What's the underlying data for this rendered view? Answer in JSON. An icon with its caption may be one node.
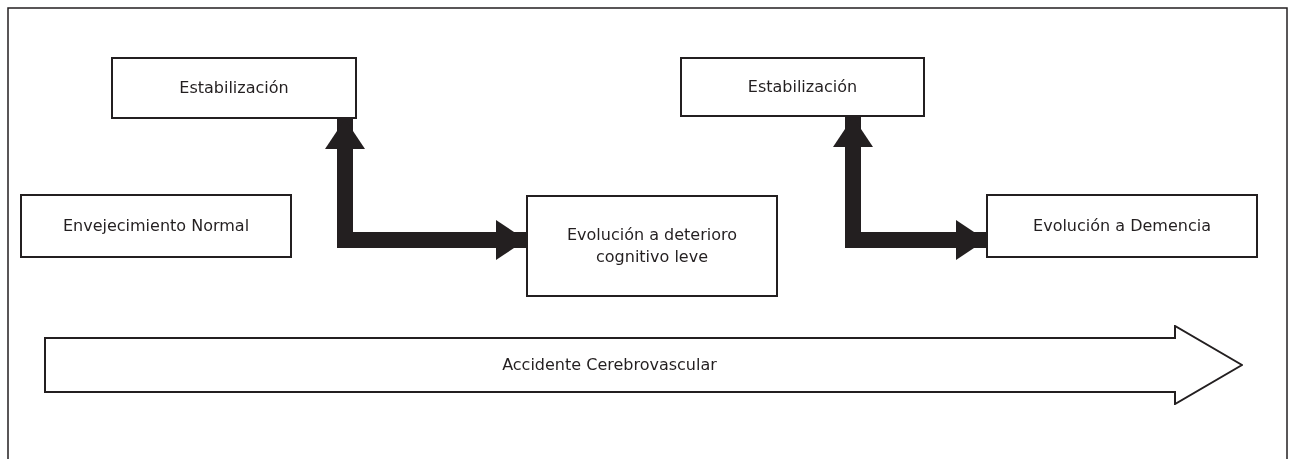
{
  "diagram": {
    "nodes": [
      {
        "text": [
          "Envejecimiento Normal"
        ]
      },
      {
        "text": [
          "Estabilización"
        ]
      },
      {
        "text": [
          "Evolución a deterioro cognitivo leve"
        ]
      },
      {
        "text": [
          "Estabilización"
        ]
      },
      {
        "text": [
          "Evolución a Demencia"
        ]
      },
      {
        "text": [
          "Accidente Cerebrovascular"
        ]
      }
    ],
    "edges": [
      {
        "from": 1,
        "to": 2,
        "arrow": "both"
      },
      {
        "from": 3,
        "to": 4,
        "arrow": "both"
      }
    ]
  }
}
